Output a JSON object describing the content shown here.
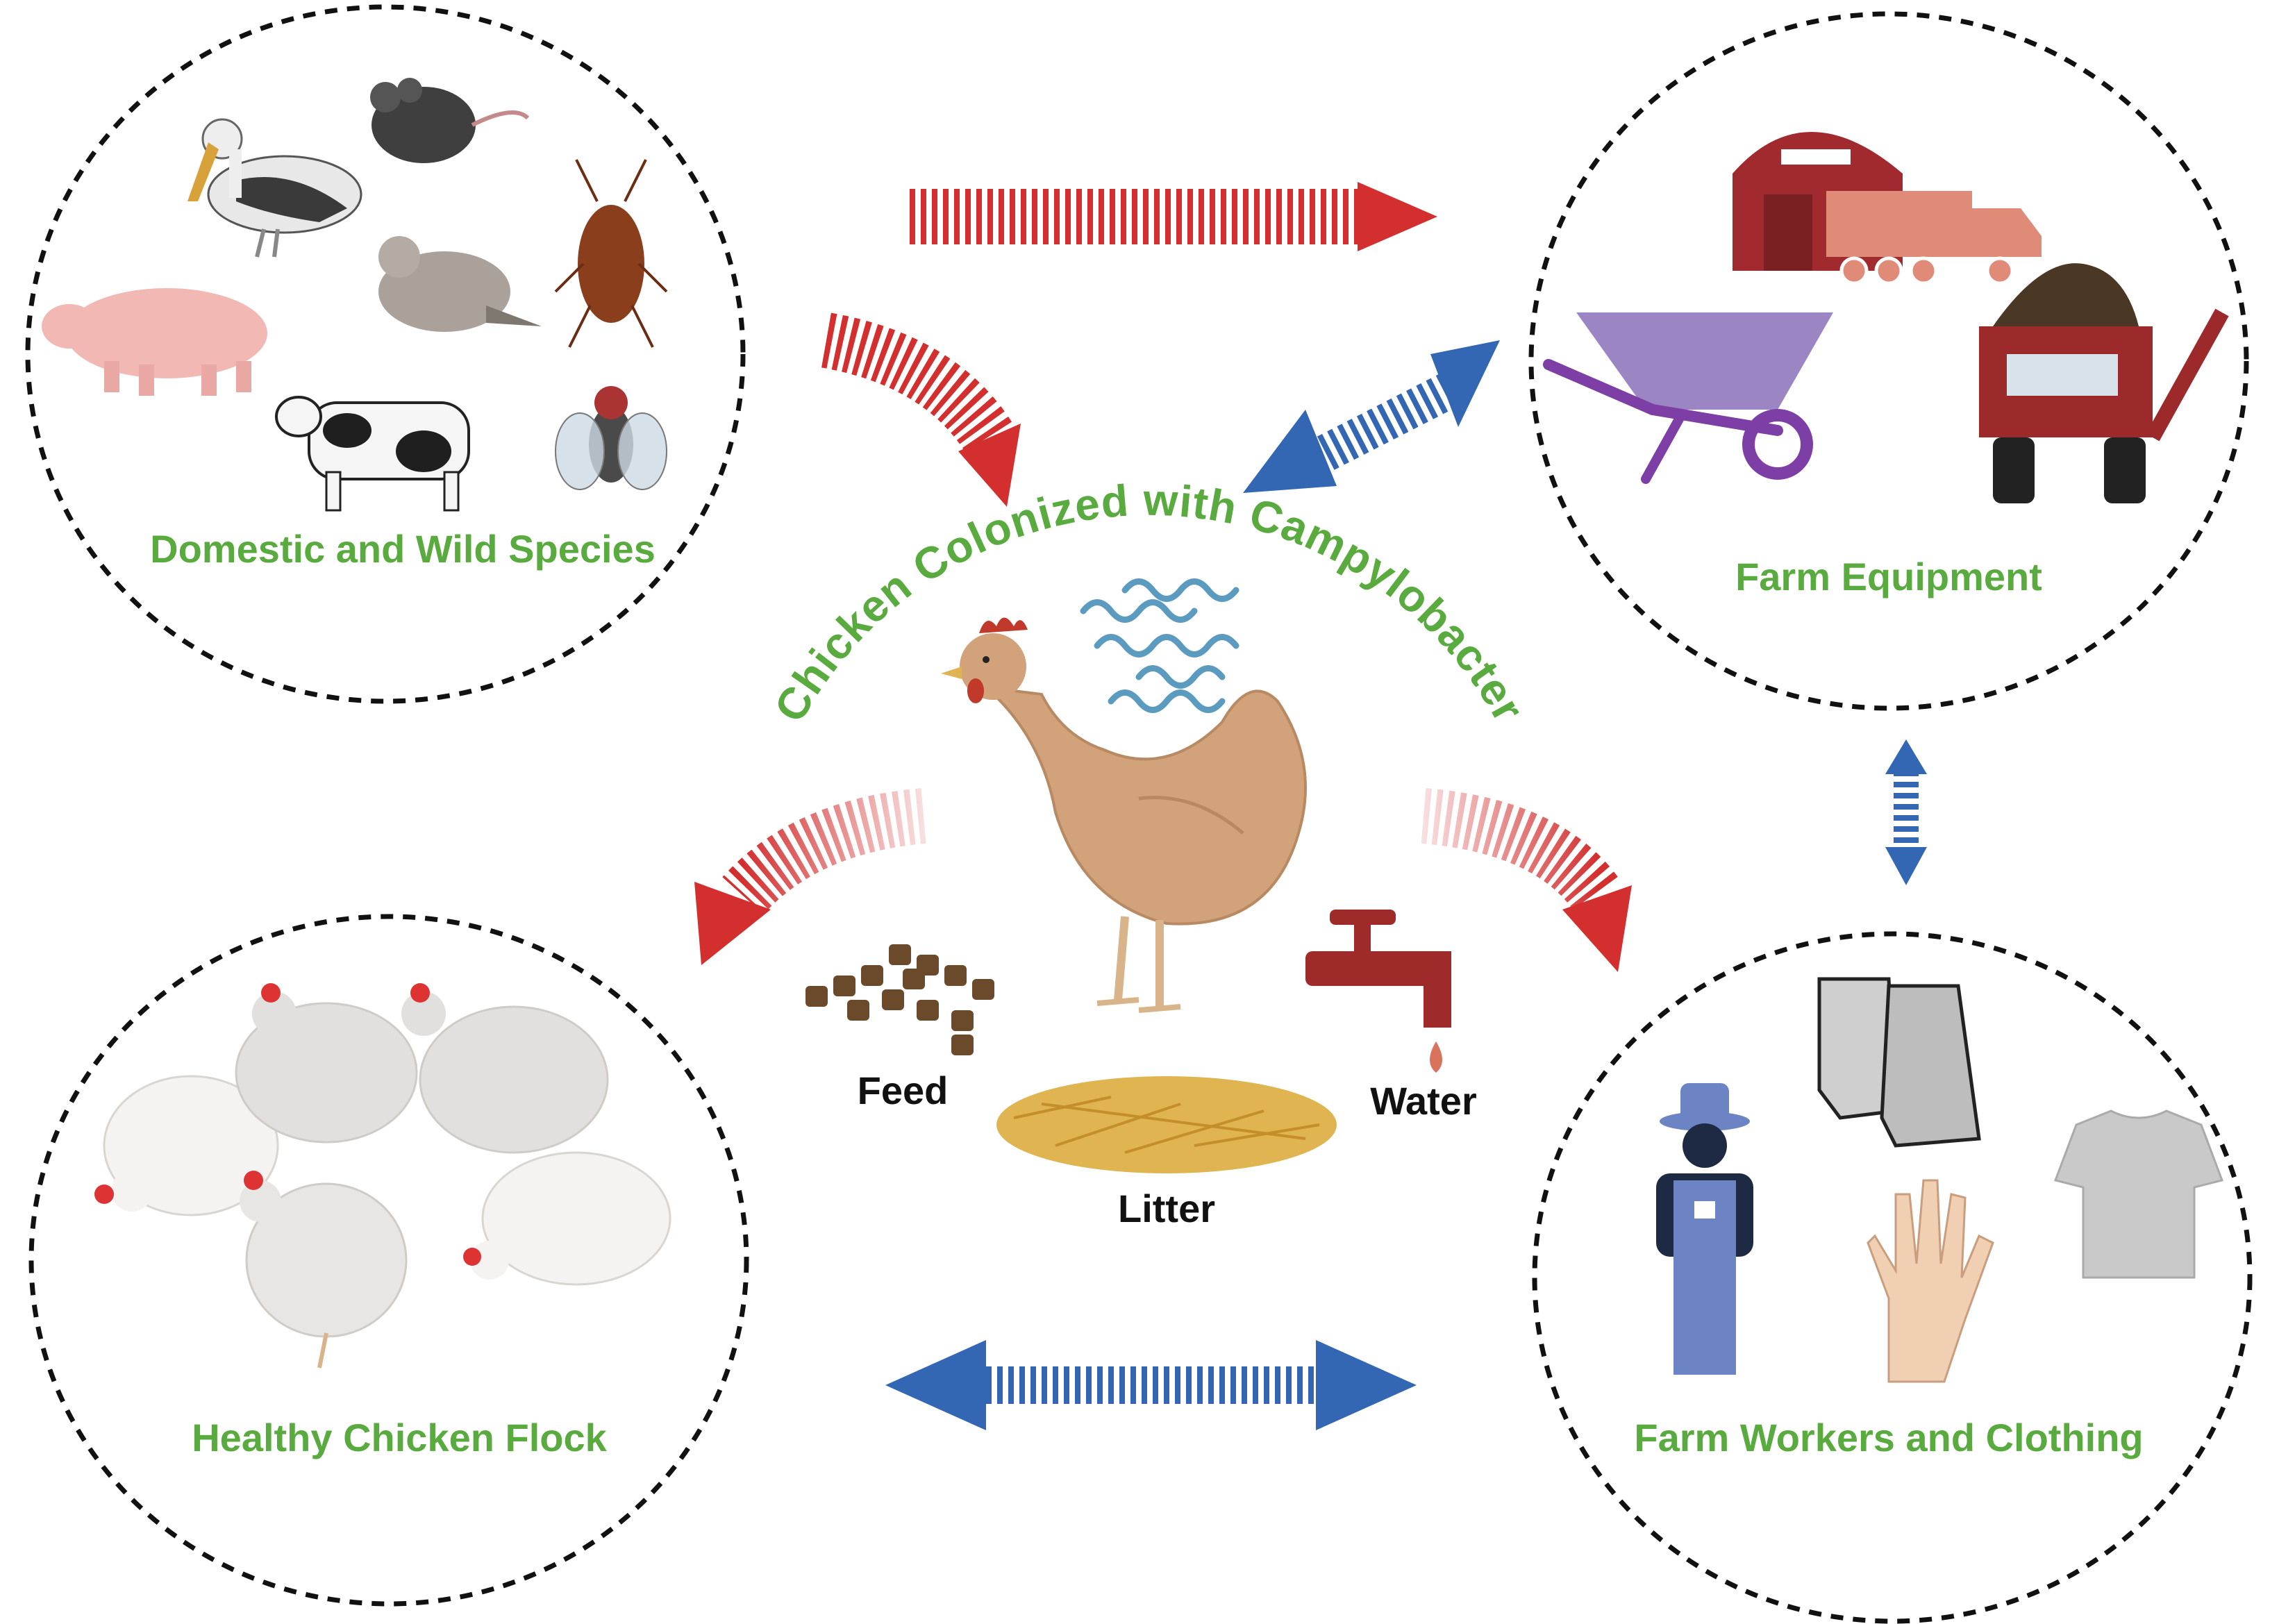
{
  "center": {
    "title": "Chicken Colonized with Campylobacter",
    "sources": [
      {
        "label": "Feed"
      },
      {
        "label": "Water"
      },
      {
        "label": "Litter"
      }
    ]
  },
  "groups": [
    {
      "label": "Domestic and Wild Species"
    },
    {
      "label": "Farm Equipment"
    },
    {
      "label": "Healthy Chicken Flock"
    },
    {
      "label": "Farm Workers and Clothing"
    }
  ],
  "colors": {
    "circle_border": "#111111",
    "label_green": "#5aab3f",
    "arrow_red": "#d32f2f",
    "arrow_blue": "#3366b3",
    "chicken_body": "#d2a27a",
    "feed": "#6b4a2b",
    "faucet": "#9e2a2a",
    "straw": "#e0b451",
    "bacteria": "#5b9bbf"
  },
  "icons": {
    "domestic": [
      "pelican-icon",
      "mouse-icon",
      "pig-icon",
      "dove-icon",
      "cockroach-icon",
      "cow-icon",
      "fly-icon"
    ],
    "equipment": [
      "barn-icon",
      "truck-icon",
      "wheelbarrow-icon",
      "tractor-icon"
    ],
    "flock": [
      "hen-icon"
    ],
    "workers": [
      "farmer-icon",
      "boots-icon",
      "hand-icon",
      "tshirt-icon"
    ]
  }
}
